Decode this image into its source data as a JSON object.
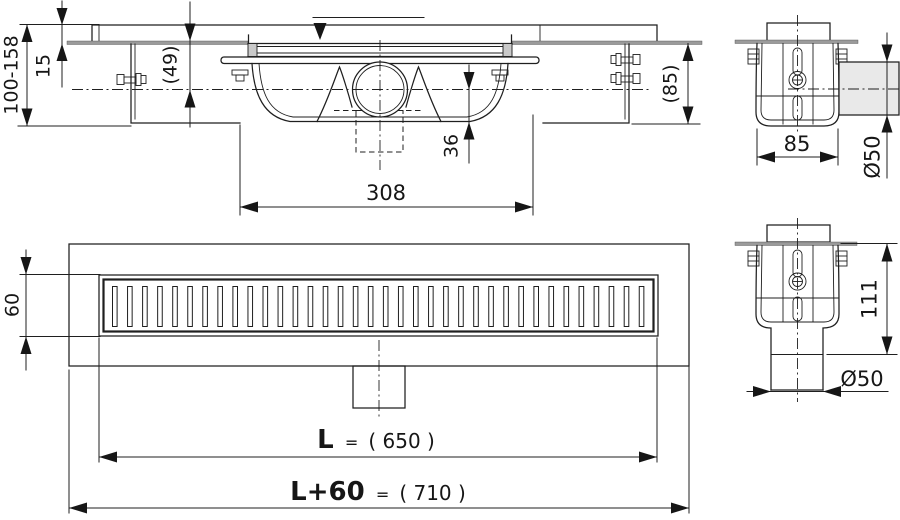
{
  "title": "Shower drain channel technical drawing",
  "views": {
    "longitudinal_section": {
      "dims": {
        "install_height": "100-158",
        "edge_height": "15",
        "depth_to_axis": "(49)",
        "axis_to_bottom": "36",
        "trap_length": "308",
        "side_height": "(85)"
      }
    },
    "cross_section_side_outlet": {
      "dims": {
        "body_width": "85",
        "outlet_diameter": "Ø50"
      }
    },
    "cross_section_bottom_outlet": {
      "dims": {
        "body_height": "111",
        "outlet_diameter": "Ø50"
      }
    },
    "plan": {
      "slot_count": 36,
      "dims": {
        "grate_width": "60",
        "length_label": "L",
        "length_equals": "=",
        "length_value": "( 650 )",
        "total_label": "L+60",
        "total_equals": "=",
        "total_value": "( 710 )"
      }
    }
  },
  "colors": {
    "line": "#1f1f1f",
    "floor_gray": "#9b9b9b",
    "pipe_fill": "#e9e9e9"
  }
}
